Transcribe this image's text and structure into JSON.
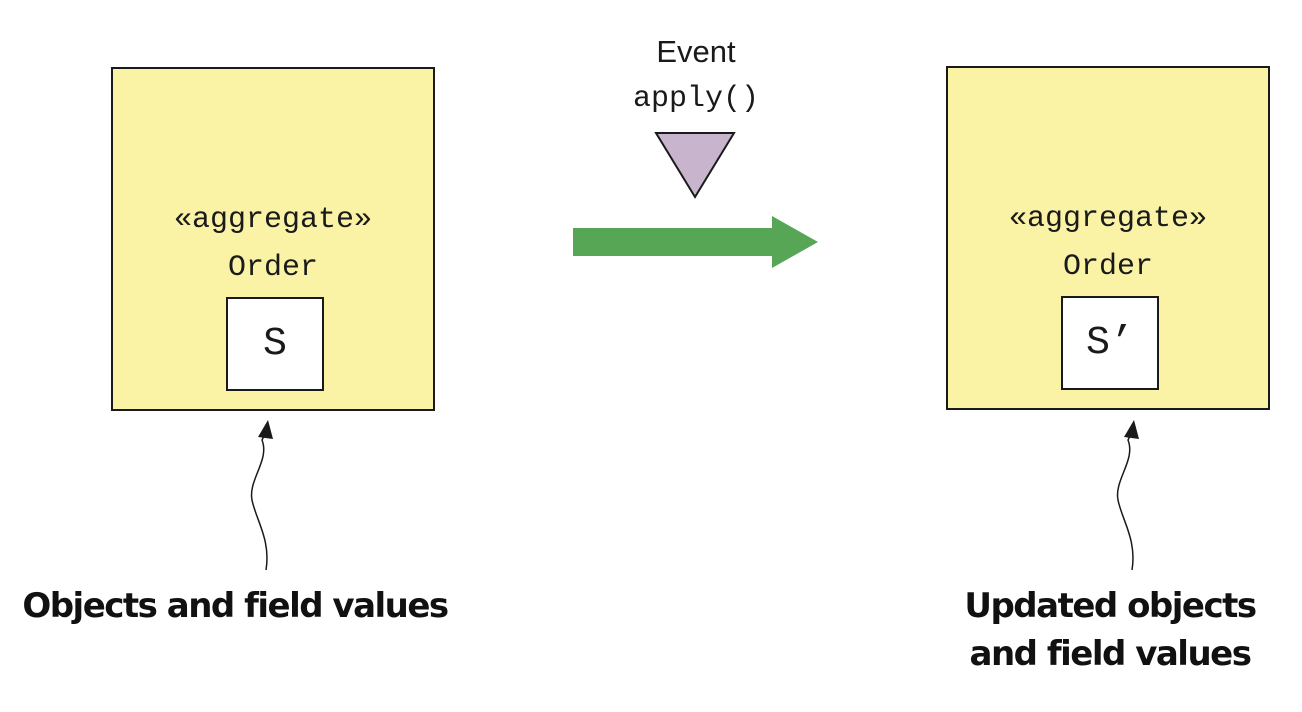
{
  "before": {
    "stereotype": "«aggregate»",
    "class_name": "Order",
    "state": "S",
    "caption": "Objects and field values"
  },
  "event": {
    "title": "Event",
    "method": "apply()"
  },
  "after": {
    "stereotype": "«aggregate»",
    "class_name": "Order",
    "state": "S’",
    "caption": "Updated objects\nand field values"
  },
  "colors": {
    "aggregate_fill": "#faf3a6",
    "arrow": "#57a655",
    "event_triangle": "#c8b4cc"
  }
}
